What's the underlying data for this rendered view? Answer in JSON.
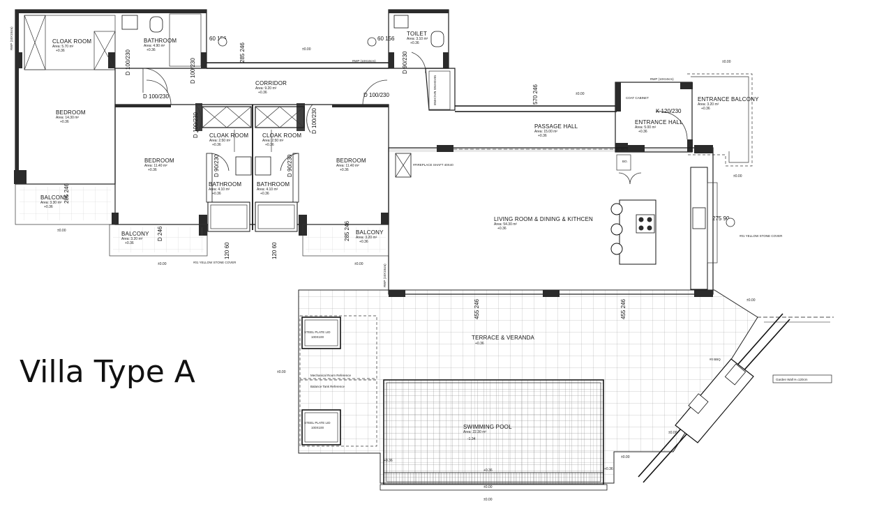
{
  "title": "Villa Type A",
  "rooms": {
    "cloak_room_1": {
      "name": "CLOAK ROOM",
      "area": "Area: 5.70 m²",
      "level": "+0.36"
    },
    "bathroom_1": {
      "name": "BATHROOM",
      "area": "Area: 4.90 m²",
      "level": "+0.36"
    },
    "corridor": {
      "name": "CORRIDOR",
      "area": "Area: 9.20 m²",
      "level": "+0.36"
    },
    "toilet": {
      "name": "TOILET",
      "area": "Area: 3.10 m²",
      "level": "+0.36"
    },
    "bedroom_master": {
      "name": "BEDROOM",
      "area": "Area: 14.30 m²",
      "level": "+0.36"
    },
    "bedroom_2": {
      "name": "BEDROOM",
      "area": "Area: 11.40 m²",
      "level": "+0.36"
    },
    "bedroom_3": {
      "name": "BEDROOM",
      "area": "Area: 11.40 m²",
      "level": "+0.36"
    },
    "cloak_room_2": {
      "name": "CLOAK ROOM",
      "area": "Area: 2.50 m²",
      "level": "+0.36"
    },
    "cloak_room_3": {
      "name": "CLOAK ROOM",
      "area": "Area: 2.50 m²",
      "level": "+0.36"
    },
    "bathroom_2": {
      "name": "BATHROOM",
      "area": "Area: 4.10 m²",
      "level": "+0.36"
    },
    "bathroom_3": {
      "name": "BATHROOM",
      "area": "Area: 4.10 m²",
      "level": "+0.36"
    },
    "balcony_1": {
      "name": "BALCONY",
      "area": "Area: 3.30 m²",
      "level": "+0.36"
    },
    "balcony_2": {
      "name": "BALCONY",
      "area": "Area: 3.20 m²",
      "level": "+0.36"
    },
    "balcony_3": {
      "name": "BALCONY",
      "area": "Area: 3.20 m²",
      "level": "+0.36"
    },
    "passage_hall": {
      "name": "PASSAGE HALL",
      "area": "Area: 15.00 m²",
      "level": "+0.36"
    },
    "entrance_hall": {
      "name": "ENTRANCE HALL",
      "area": "Area: 5.00 m²",
      "level": "+0.36"
    },
    "entrance_balcony": {
      "name": "ENTRANCE BALCONY",
      "area": "Area: 3.20 m²",
      "level": "+0.36"
    },
    "living": {
      "name": "LIVING ROOM & DINING & KITHCEN",
      "area": "Area: 54.30 m²",
      "level": "+0.36"
    },
    "terrace": {
      "name": "TERRACE & VERANDA",
      "level": "+0.36"
    },
    "pool": {
      "name": "SWIMMING POOL",
      "area": "Area: 22.30 m²",
      "level": "-1.34"
    }
  },
  "doors": {
    "d1": "D 100/230",
    "d2": "D 100/230",
    "d3": "D 100/230",
    "d4": "D 100/230",
    "d5": "D 100/230",
    "d6": "D 90/230",
    "d7": "D 90/230",
    "d8": "D 90/230",
    "d9": "D 100/230",
    "entrance": "K 120/230"
  },
  "windows": {
    "w_bath1": "60 156",
    "w_toilet": "60 156",
    "w_corr": "285 246",
    "w_passage": "570 246",
    "w_bal1": "285 246",
    "w_bal2": "D 246",
    "w_bal3": "285 246",
    "w_bath_low1": "120 60",
    "w_bath_low2": "120 60",
    "w_kitchen": "275 90",
    "w_terr1": "455 246",
    "w_terr2": "455 246"
  },
  "labels": {
    "rwp1": "RWP (10X10cm)",
    "rwp2": "RWP (10X10cm)",
    "rwp3": "RWP (10X10cm)",
    "rwp4": "RWP (10X10cm)",
    "washing": "WASHING MACHINE",
    "coat": "COAT CABINET",
    "fireplace": "#FIREPLACE SHAFT 40X40",
    "bo": "BO.",
    "steel1": "STEEL PLATE LID",
    "steel1_size": "100X100",
    "steel2": "STEEL PLATE LID",
    "steel2_size": "100X100",
    "bbq": "#0 BBQ",
    "garden_wall": "Garden Wall H=120cm",
    "stone1": "#01 YELLOW STONE COVER",
    "stone2": "#01 YELLOW STONE COVER",
    "mechanical": "Mechanical Room Reference",
    "balance": "Balance Tank Reference",
    "lvl_zero": "±0.00"
  },
  "levels": [
    "±0.00",
    "±0.00",
    "±0.00",
    "±0.00",
    "±0.00",
    "±0.00",
    "±0.00",
    "±0.00",
    "±0.00",
    "±0.00",
    "±0.00",
    "±0.00",
    "+0.36",
    "+0.36",
    "+0.36",
    "±0.00"
  ]
}
